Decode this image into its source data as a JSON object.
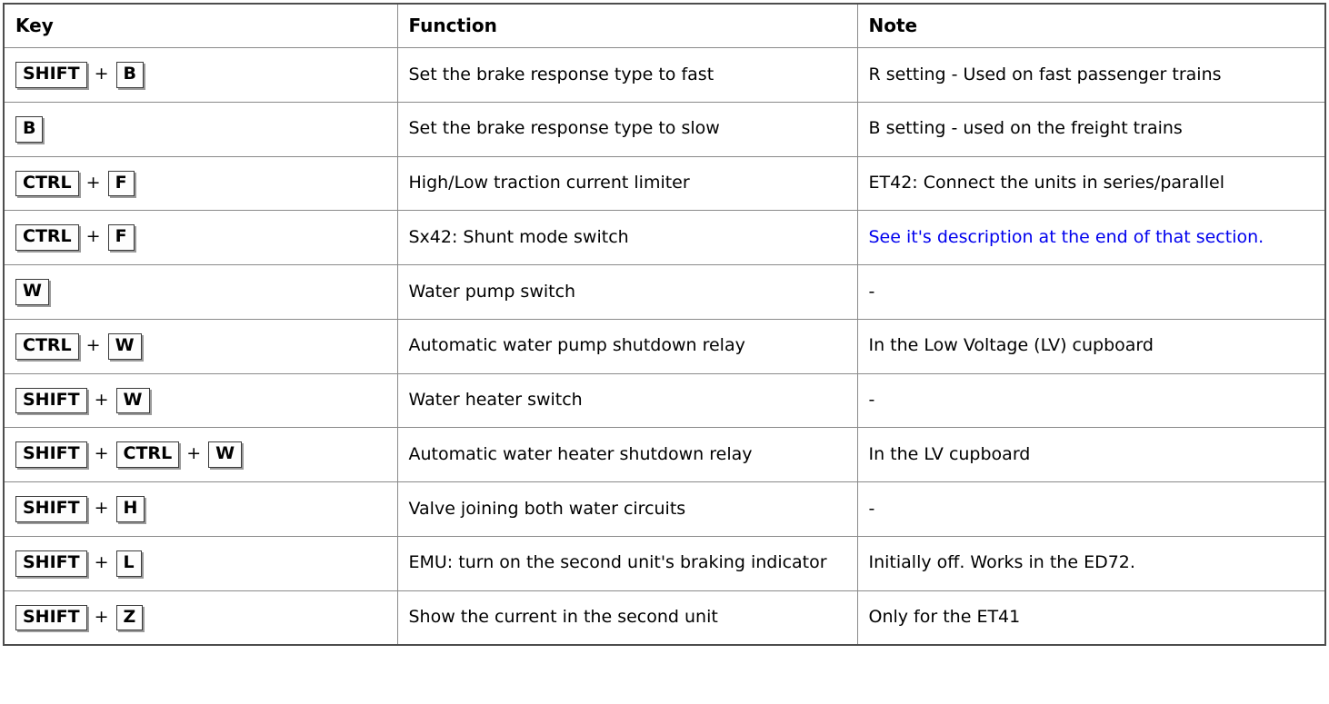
{
  "page": {
    "link_color": "#0000EE",
    "grid_border_color": "#8a8a8a",
    "outer_border_color": "#4d4d4d",
    "key_separator": "+"
  },
  "table": {
    "headers": {
      "key": "Key",
      "function": "Function",
      "note": "Note"
    },
    "rows": [
      {
        "keys": [
          "SHIFT",
          "B"
        ],
        "function": "Set the brake response type to fast",
        "note": "R setting - Used on fast passenger trains",
        "note_is_link": false
      },
      {
        "keys": [
          "B"
        ],
        "function": "Set the brake response type to slow",
        "note": "B setting - used on the freight trains",
        "note_is_link": false
      },
      {
        "keys": [
          "CTRL",
          "F"
        ],
        "function": "High/Low traction current limiter",
        "note": "ET42: Connect the units in series/parallel",
        "note_is_link": false
      },
      {
        "keys": [
          "CTRL",
          "F"
        ],
        "function": "Sx42: Shunt mode switch",
        "note": "See it's description at the end of that section.",
        "note_is_link": true
      },
      {
        "keys": [
          "W"
        ],
        "function": "Water pump switch",
        "note": "-",
        "note_is_link": false
      },
      {
        "keys": [
          "CTRL",
          "W"
        ],
        "function": "Automatic water pump shutdown relay",
        "note": "In the Low Voltage (LV) cupboard",
        "note_is_link": false
      },
      {
        "keys": [
          "SHIFT",
          "W"
        ],
        "function": "Water heater switch",
        "note": "-",
        "note_is_link": false
      },
      {
        "keys": [
          "SHIFT",
          "CTRL",
          "W"
        ],
        "function": "Automatic water heater shutdown relay",
        "note": "In the LV cupboard",
        "note_is_link": false
      },
      {
        "keys": [
          "SHIFT",
          "H"
        ],
        "function": "Valve joining both water circuits",
        "note": "-",
        "note_is_link": false
      },
      {
        "keys": [
          "SHIFT",
          "L"
        ],
        "function": "EMU: turn on the second unit's braking indicator",
        "note": "Initially off. Works in the ED72.",
        "note_is_link": false
      },
      {
        "keys": [
          "SHIFT",
          "Z"
        ],
        "function": "Show the current in the second unit",
        "note": "Only for the ET41",
        "note_is_link": false
      }
    ]
  }
}
